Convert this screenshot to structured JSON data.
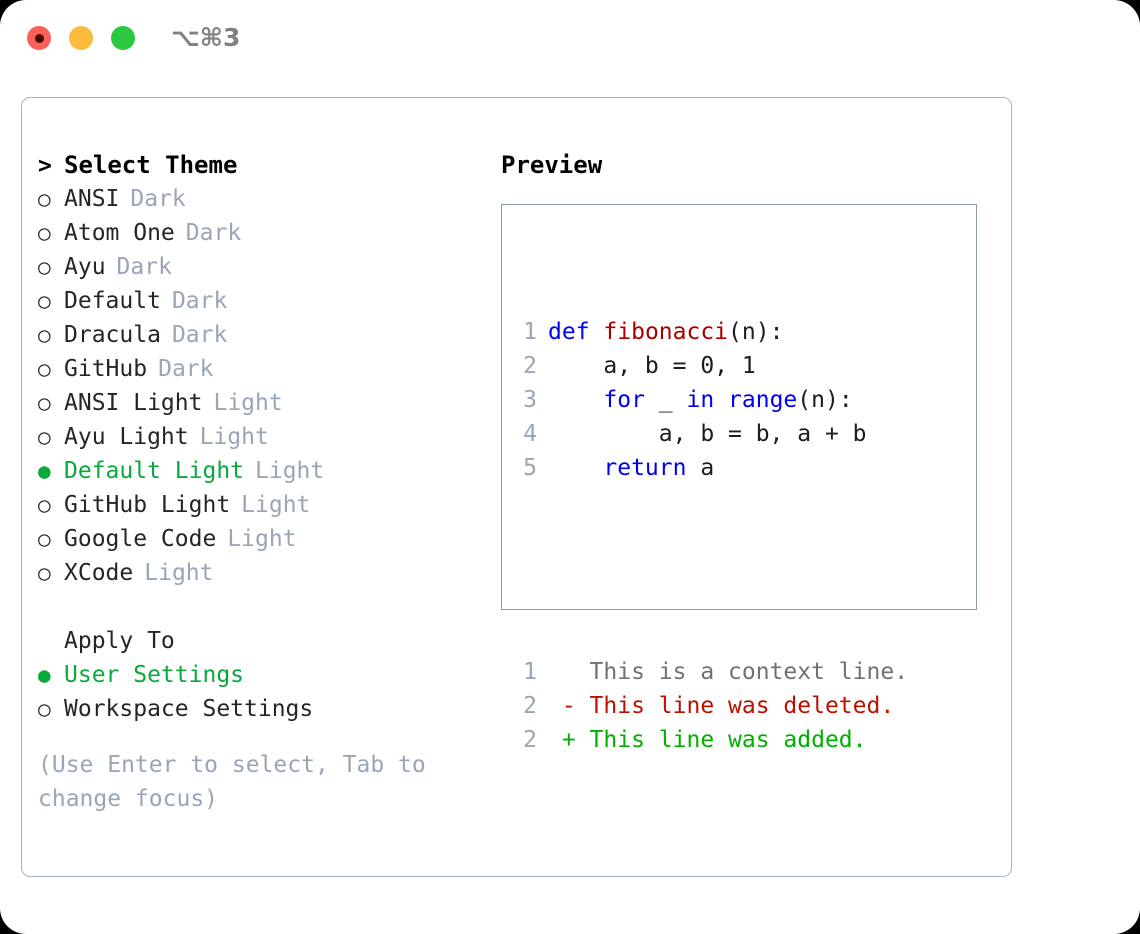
{
  "titlebar": {
    "shortcut": "⌥⌘3",
    "buttons": [
      {
        "name": "close",
        "color": "#fc6058"
      },
      {
        "name": "minimize",
        "color": "#fdbc40"
      },
      {
        "name": "maximize",
        "color": "#2bc940"
      }
    ]
  },
  "theme_picker": {
    "prompt_marker": ">",
    "prompt_label": "Select Theme",
    "bullet_unselected": "○",
    "bullet_selected": "●",
    "items": [
      {
        "name": "ANSI",
        "kind": "Dark",
        "selected": false
      },
      {
        "name": "Atom One",
        "kind": "Dark",
        "selected": false
      },
      {
        "name": "Ayu",
        "kind": "Dark",
        "selected": false
      },
      {
        "name": "Default",
        "kind": "Dark",
        "selected": false
      },
      {
        "name": "Dracula",
        "kind": "Dark",
        "selected": false
      },
      {
        "name": "GitHub",
        "kind": "Dark",
        "selected": false
      },
      {
        "name": "ANSI Light",
        "kind": "Light",
        "selected": false
      },
      {
        "name": "Ayu Light",
        "kind": "Light",
        "selected": false
      },
      {
        "name": "Default Light",
        "kind": "Light",
        "selected": true
      },
      {
        "name": "GitHub Light",
        "kind": "Light",
        "selected": false
      },
      {
        "name": "Google Code",
        "kind": "Light",
        "selected": false
      },
      {
        "name": "XCode",
        "kind": "Light",
        "selected": false
      }
    ]
  },
  "apply_to": {
    "heading": "Apply To",
    "options": [
      {
        "label": "User Settings",
        "selected": true
      },
      {
        "label": "Workspace Settings",
        "selected": false
      }
    ]
  },
  "hint": "(Use Enter to select, Tab to change focus)",
  "preview": {
    "title": "Preview",
    "code_lines": [
      {
        "no": "1",
        "tokens": [
          {
            "t": "def",
            "c": "kw"
          },
          {
            "t": " ",
            "c": "txt"
          },
          {
            "t": "fibonacci",
            "c": "fn"
          },
          {
            "t": "(n):",
            "c": "txt"
          }
        ]
      },
      {
        "no": "2",
        "tokens": [
          {
            "t": "    a, b = 0, 1",
            "c": "txt"
          }
        ]
      },
      {
        "no": "3",
        "tokens": [
          {
            "t": "    ",
            "c": "txt"
          },
          {
            "t": "for",
            "c": "kw"
          },
          {
            "t": " _ ",
            "c": "txt"
          },
          {
            "t": "in",
            "c": "kw"
          },
          {
            "t": " ",
            "c": "txt"
          },
          {
            "t": "range",
            "c": "kw"
          },
          {
            "t": "(n):",
            "c": "txt"
          }
        ]
      },
      {
        "no": "4",
        "tokens": [
          {
            "t": "        a, b = b, a + b",
            "c": "txt"
          }
        ]
      },
      {
        "no": "5",
        "tokens": [
          {
            "t": "    ",
            "c": "txt"
          },
          {
            "t": "return",
            "c": "kw"
          },
          {
            "t": " a",
            "c": "txt"
          }
        ]
      }
    ],
    "diff_lines": [
      {
        "no": "1",
        "marker": " ",
        "text": " This is a context line.",
        "c": "ctx"
      },
      {
        "no": "2",
        "marker": "-",
        "text": " This line was deleted.",
        "c": "del"
      },
      {
        "no": "2",
        "marker": "+",
        "text": " This line was added.",
        "c": "add"
      }
    ]
  },
  "colors": {
    "accent_green": "#0aa93c",
    "muted": "#9aa5b5",
    "keyword_blue": "#0000ee",
    "function_red": "#aa0000",
    "diff_added": "#00b000",
    "diff_deleted": "#bb1100",
    "border": "#a8b2c1"
  }
}
